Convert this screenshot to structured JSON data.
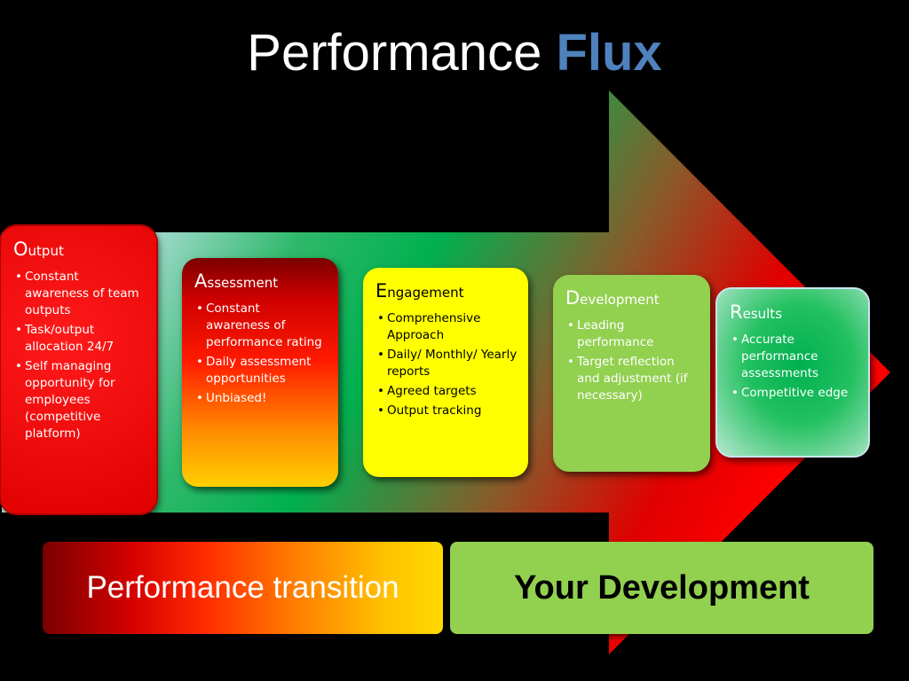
{
  "title": {
    "main": "Performance",
    "accent": "Flux"
  },
  "colors": {
    "accent": "#4f81bd",
    "red": "#ff0000",
    "yellow": "#ffff00",
    "light_green": "#92d050",
    "green": "#00b050"
  },
  "cards": {
    "output": {
      "initial": "O",
      "rest": "utput",
      "bullets": [
        "Constant awareness of team outputs",
        "Task/output allocation 24/7",
        "Self managing opportunity for employees (competitive platform)"
      ]
    },
    "assessment": {
      "initial": "A",
      "rest": "ssessment",
      "bullets": [
        "Constant awareness of performance rating",
        "Daily assessment opportunities",
        "Unbiased!"
      ]
    },
    "engagement": {
      "initial": "E",
      "rest": "ngagement",
      "bullets": [
        "Comprehensive Approach",
        "Daily/ Monthly/ Yearly reports",
        "Agreed targets",
        "Output tracking"
      ]
    },
    "development": {
      "initial": "D",
      "rest": "evelopment",
      "bullets": [
        "Leading performance",
        "Target reflection and adjustment (if necessary)"
      ]
    },
    "results": {
      "initial": "R",
      "rest": "esults",
      "bullets": [
        "Accurate performance assessments",
        "Competitive edge"
      ]
    }
  },
  "banners": {
    "left": "Performance transition",
    "right": "Your Development"
  }
}
